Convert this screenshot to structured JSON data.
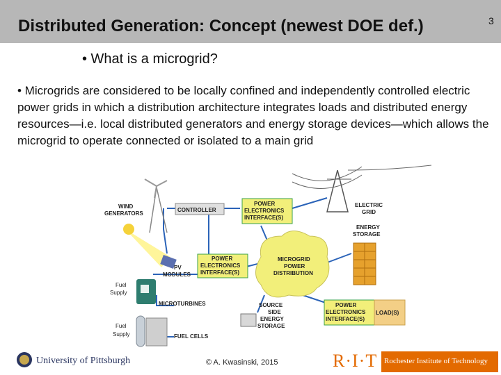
{
  "slide": {
    "title": "Distributed Generation: Concept (newest DOE def.)",
    "slide_number": "3",
    "bullet_question": "• What is a microgrid?",
    "paragraph": "• Microgrids are considered to be locally confined and independently controlled electric power grids in which a distribution architecture integrates loads and distributed energy resources—i.e. local distributed generators and energy storage devices—which allows the microgrid to operate connected or isolated to a main grid"
  },
  "diagram": {
    "wind_generators": "WIND GENERATORS",
    "controller": "CONTROLLER",
    "pe_interface_top": "POWER ELECTRONICS INTERFACE(S)",
    "electric_grid": "ELECTRIC GRID",
    "energy_storage": "ENERGY STORAGE",
    "pv_modules": "PV MODULES",
    "pe_interface_left": "POWER ELECTRONICS INTERFACE(S)",
    "microgrid_center": "MICROGRID POWER DISTRIBUTION",
    "fuel_supply_1": "Fuel Supply",
    "microturbines": "MICROTURBINES",
    "source_side_storage": "SOURCE SIDE ENERGY STORAGE",
    "pe_interface_bottom": "POWER ELECTRONICS INTERFACE(S)",
    "load": "LOAD(S)",
    "fuel_supply_2": "Fuel Supply",
    "fuel_cells": "FUEL CELLS",
    "colors": {
      "pe_box": "#f2ef7a",
      "pe_border": "#3aa04a",
      "cloud": "#f2ef7a",
      "load_box": "#f3cf86",
      "line_blue": "#2b63b8"
    }
  },
  "footer": {
    "left_logo": "University of Pittsburgh",
    "copyright": "© A. Kwasinski, 2015",
    "right_logo_letters": "R·I·T",
    "right_logo_name": "Rochester Institute of Technology"
  }
}
